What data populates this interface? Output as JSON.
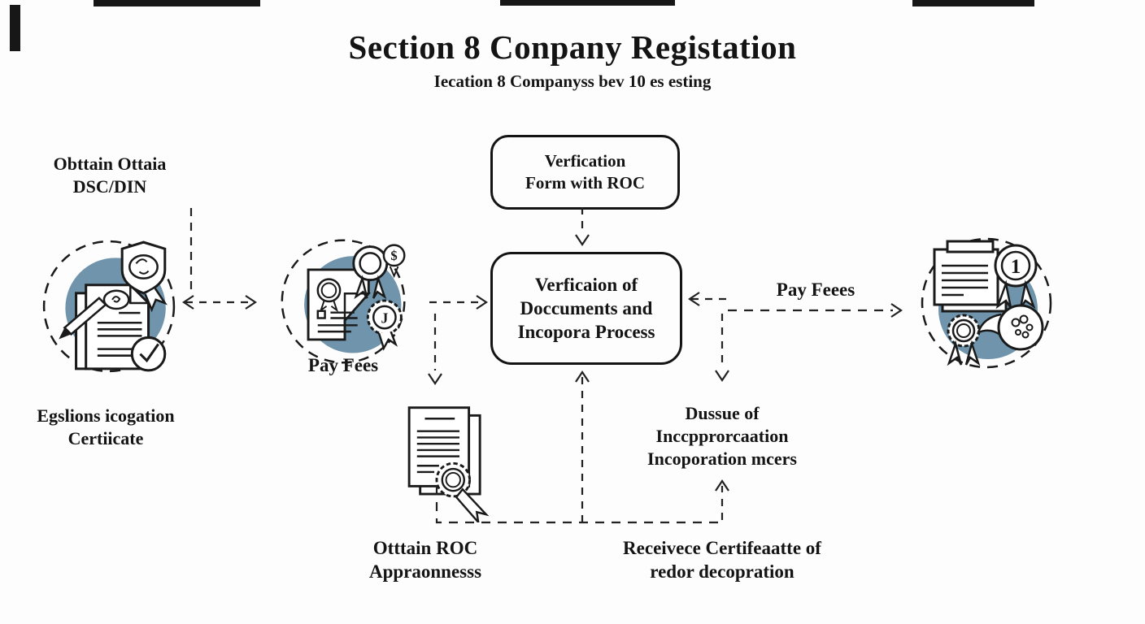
{
  "page": {
    "title": "Section 8 Conpany Registation",
    "subtitle": "Iecation 8 Companyss bev 10 es esting"
  },
  "colors": {
    "accent_blue": "#6f94ab",
    "line_black": "#1a1a1a",
    "background": "#fdfdfd"
  },
  "labels": {
    "obtain_dsc": {
      "line1": "Obttain Ottaia",
      "line2": "DSC/DIN"
    },
    "registration_cert": {
      "line1": "Egslions icogation",
      "line2": "Certiicate"
    },
    "pay_fees": {
      "label": "Pay Fees"
    },
    "pay_feees": {
      "label": "Pay Feees"
    },
    "issue_incorporation": {
      "line1": "Dussue of",
      "line2": "Inccpprorcaation",
      "line3": "Incoporation mcers"
    },
    "obtain_roc": {
      "line1": "Otttain ROC",
      "line2": "Appraonnesss"
    },
    "receive_cert": {
      "line1": "Receivece Certifeaatte of",
      "line2": "redor decopration"
    }
  },
  "boxes": {
    "verification_form": {
      "line1": "Verfication",
      "line2": "Form with ROC"
    },
    "verification_documents": {
      "line1": "Verficaion of",
      "line2": "Doccuments and",
      "line3": "Incopora Process"
    }
  },
  "icon_glyphs": {
    "medal_number": "1",
    "seal_letter": "J",
    "coin_symbol": "$"
  },
  "icons": {
    "left": "dsc-din-document-icon",
    "middle": "pay-fees-document-icon",
    "right": "final-certificate-award-icon",
    "bottom": "roc-certificate-icon"
  }
}
